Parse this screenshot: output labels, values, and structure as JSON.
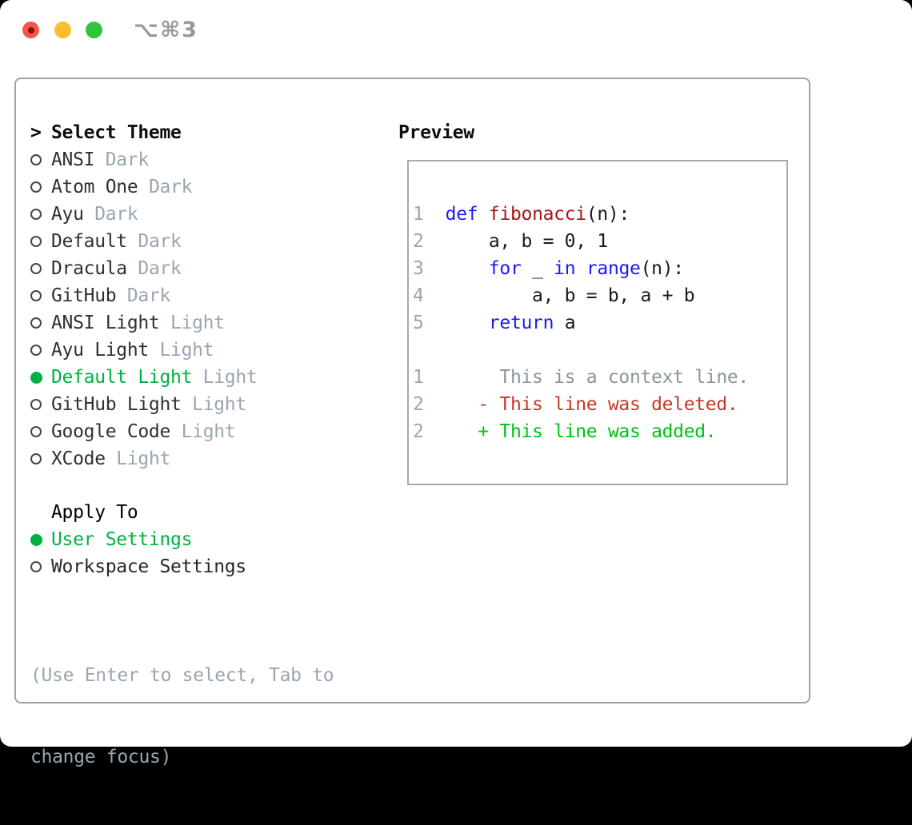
{
  "titlebar": {
    "shortcut": "⌥⌘3"
  },
  "theme_selector": {
    "header_prefix": ">",
    "header": "Select Theme",
    "items": [
      {
        "name": "ANSI",
        "variant": "Dark",
        "selected": false
      },
      {
        "name": "Atom One",
        "variant": "Dark",
        "selected": false
      },
      {
        "name": "Ayu",
        "variant": "Dark",
        "selected": false
      },
      {
        "name": "Default",
        "variant": "Dark",
        "selected": false
      },
      {
        "name": "Dracula",
        "variant": "Dark",
        "selected": false
      },
      {
        "name": "GitHub",
        "variant": "Dark",
        "selected": false
      },
      {
        "name": "ANSI Light",
        "variant": "Light",
        "selected": false
      },
      {
        "name": "Ayu Light",
        "variant": "Light",
        "selected": false
      },
      {
        "name": "Default Light",
        "variant": "Light",
        "selected": true
      },
      {
        "name": "GitHub Light",
        "variant": "Light",
        "selected": false
      },
      {
        "name": "Google Code",
        "variant": "Light",
        "selected": false
      },
      {
        "name": "XCode",
        "variant": "Light",
        "selected": false
      }
    ]
  },
  "apply_to": {
    "header": "Apply To",
    "options": [
      {
        "label": "User Settings",
        "selected": true
      },
      {
        "label": "Workspace Settings",
        "selected": false
      }
    ]
  },
  "help_text": {
    "line1": "(Use Enter to select, Tab to",
    "line2": "change focus)"
  },
  "preview": {
    "title": "Preview",
    "lines": [
      {
        "segments": [
          {
            "t": "1",
            "c": "num"
          },
          {
            "t": "  ",
            "c": "plain"
          },
          {
            "t": "def",
            "c": "kw"
          },
          {
            "t": " ",
            "c": "plain"
          },
          {
            "t": "fibonacci",
            "c": "fn"
          },
          {
            "t": "(n):",
            "c": "plain"
          }
        ]
      },
      {
        "segments": [
          {
            "t": "2",
            "c": "num"
          },
          {
            "t": "      a, b = 0, 1",
            "c": "plain"
          }
        ]
      },
      {
        "segments": [
          {
            "t": "3",
            "c": "num"
          },
          {
            "t": "      ",
            "c": "plain"
          },
          {
            "t": "for",
            "c": "kw"
          },
          {
            "t": " _ ",
            "c": "plain"
          },
          {
            "t": "in",
            "c": "kw"
          },
          {
            "t": " ",
            "c": "plain"
          },
          {
            "t": "range",
            "c": "kw"
          },
          {
            "t": "(n):",
            "c": "plain"
          }
        ]
      },
      {
        "segments": [
          {
            "t": "4",
            "c": "num"
          },
          {
            "t": "          a, b = b, a + b",
            "c": "plain"
          }
        ]
      },
      {
        "segments": [
          {
            "t": "5",
            "c": "num"
          },
          {
            "t": "      ",
            "c": "plain"
          },
          {
            "t": "return",
            "c": "kw"
          },
          {
            "t": " a",
            "c": "plain"
          }
        ]
      },
      {
        "segments": []
      },
      {
        "segments": [
          {
            "t": "1",
            "c": "num"
          },
          {
            "t": "       This is a context line.",
            "c": "ctx"
          }
        ]
      },
      {
        "segments": [
          {
            "t": "2",
            "c": "num"
          },
          {
            "t": "     ",
            "c": "plain"
          },
          {
            "t": "- This line was deleted.",
            "c": "del"
          }
        ]
      },
      {
        "segments": [
          {
            "t": "2",
            "c": "num"
          },
          {
            "t": "     ",
            "c": "plain"
          },
          {
            "t": "+ This line was added.",
            "c": "add"
          }
        ]
      }
    ]
  },
  "colors": {
    "selection_green": "#00b140",
    "added_green": "#00c214",
    "deleted_red": "#c4392a",
    "keyword_blue": "#1b1bef",
    "function_red": "#a31515",
    "muted_gray": "#9aa5b1",
    "context_gray": "#8b949e",
    "panel_border": "#9aa3ae",
    "preview_border": "#a3acb6",
    "traffic_red": "#f5554a",
    "traffic_red_dot": "#821309",
    "traffic_yellow": "#fcbe2c",
    "traffic_green": "#30c53c",
    "shortcut_gray": "#98999b"
  }
}
